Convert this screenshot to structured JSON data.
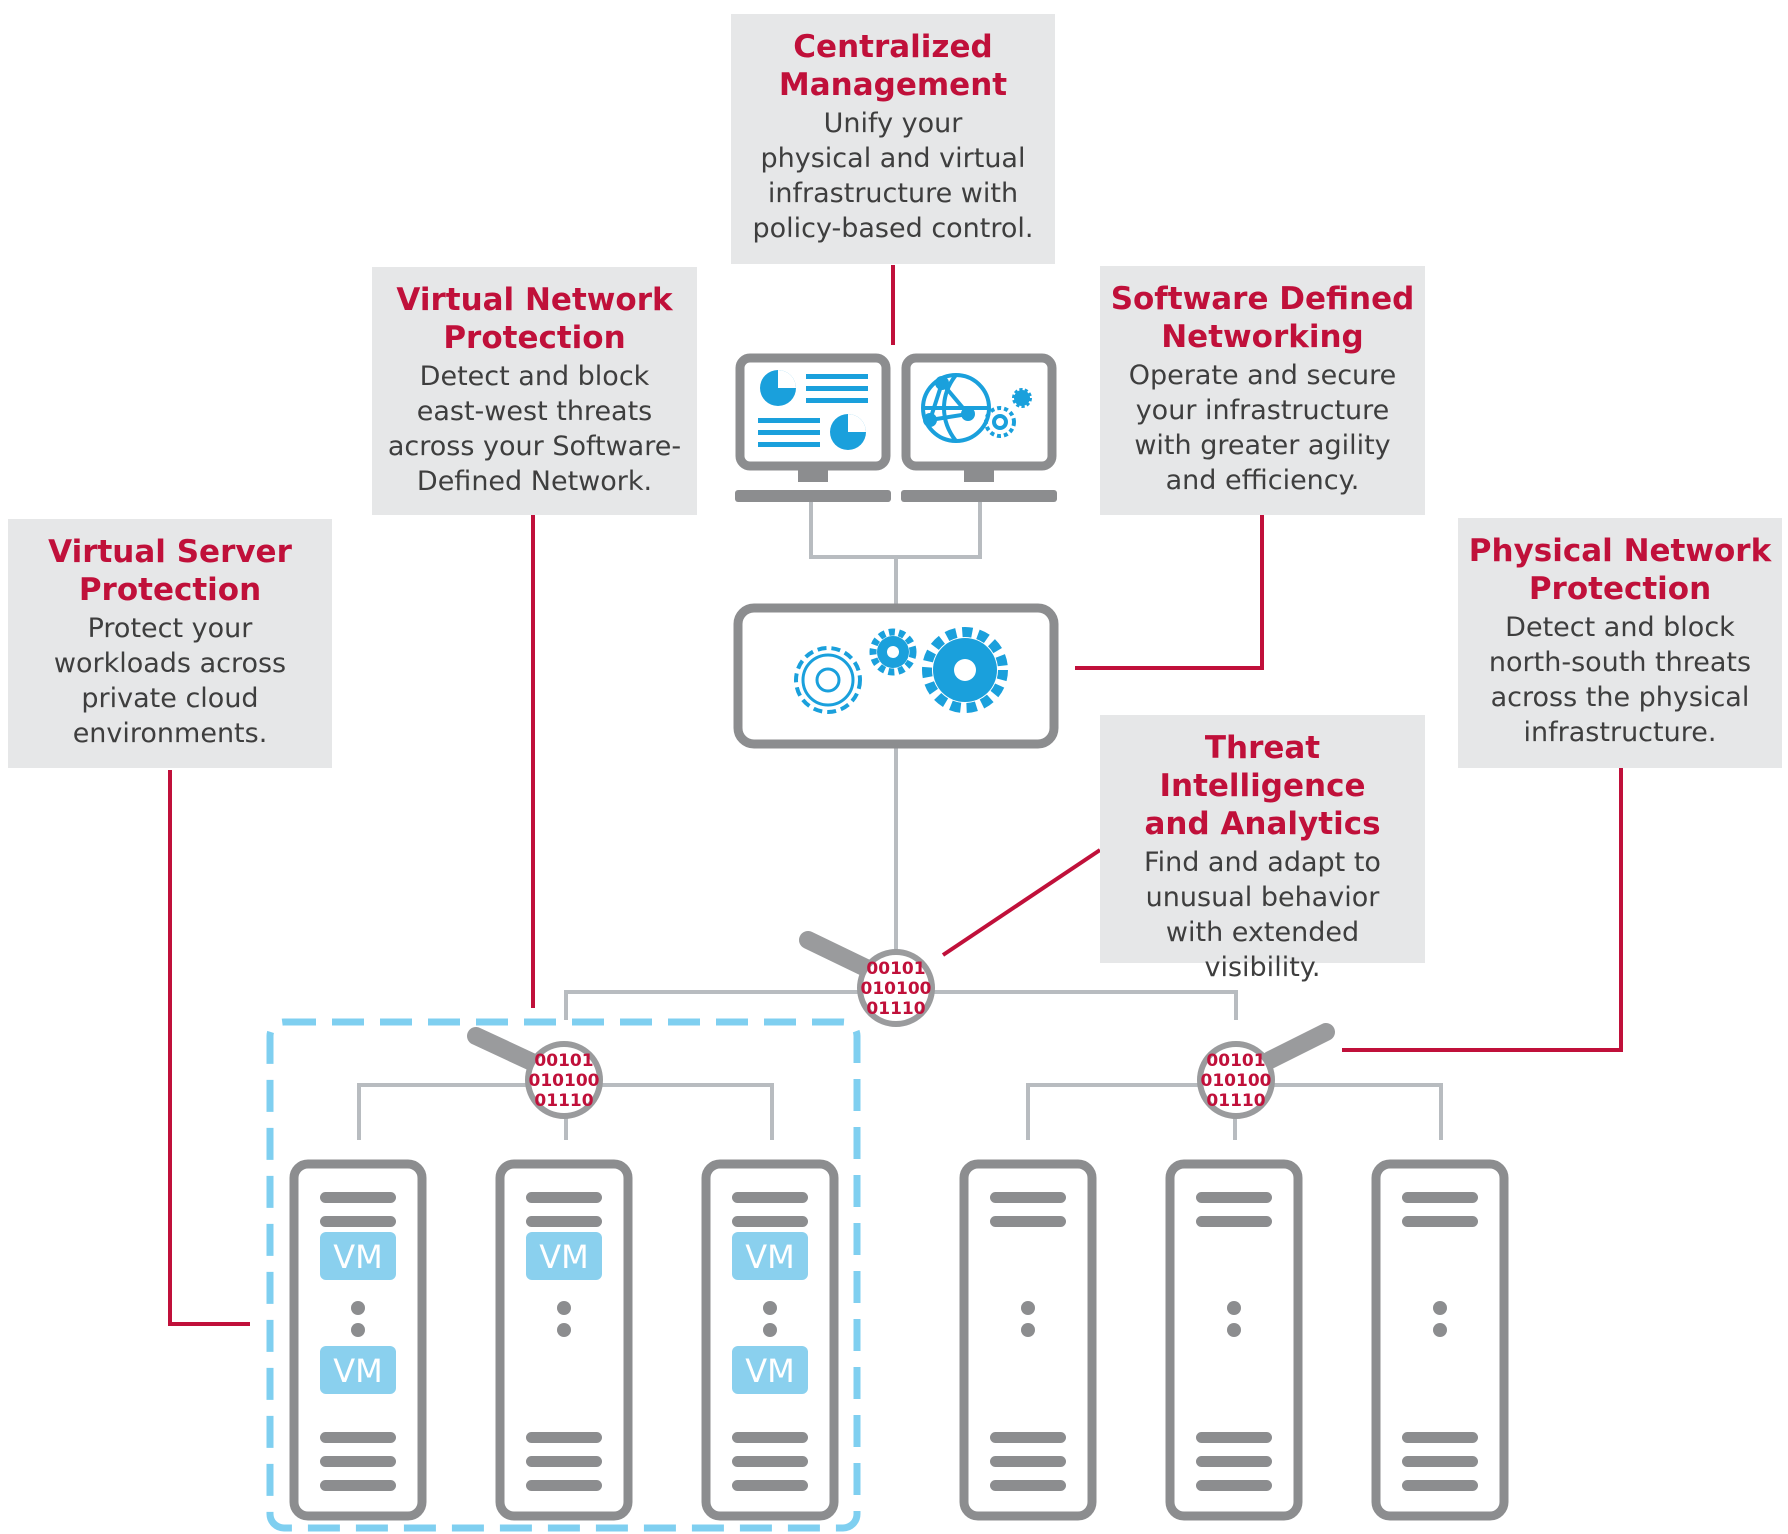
{
  "cards": {
    "centralized": {
      "title": "Centralized\nManagement",
      "desc": "Unify your\nphysical and virtual\ninfrastructure with\npolicy-based control."
    },
    "virtual_network": {
      "title": "Virtual Network\nProtection",
      "desc": "Detect and block\neast-west threats\nacross your Software-\nDefined Network."
    },
    "sdn": {
      "title": "Software Defined\nNetworking",
      "desc": "Operate and secure\nyour infrastructure\nwith greater agility\nand efficiency."
    },
    "virtual_server": {
      "title": "Virtual Server\nProtection",
      "desc": "Protect your\nworkloads across\nprivate cloud\nenvironments."
    },
    "physical_network": {
      "title": "Physical Network\nProtection",
      "desc": "Detect and block\nnorth-south threats\nacross the physical\ninfrastructure."
    },
    "threat_intel": {
      "title": "Threat Intelligence\nand Analytics",
      "desc": "Find and adapt to\nunusual behavior\nwith extended\nvisibility."
    }
  },
  "vm_label": "VM",
  "binary_lines": [
    "00101",
    "010100",
    "01110"
  ],
  "colors": {
    "accent_red": "#c0103a",
    "card_gray": "#e6e7e8",
    "server_gray": "#8c8d8f",
    "line_gray": "#b8bcc0",
    "vm_blue": "#8ad0ee",
    "icon_blue": "#1aa0dc",
    "dash_blue": "#7fcff0"
  },
  "icons": [
    "dashboard-icon",
    "network-globe-icon",
    "gears-icon",
    "magnifier-icon",
    "server-icon"
  ]
}
